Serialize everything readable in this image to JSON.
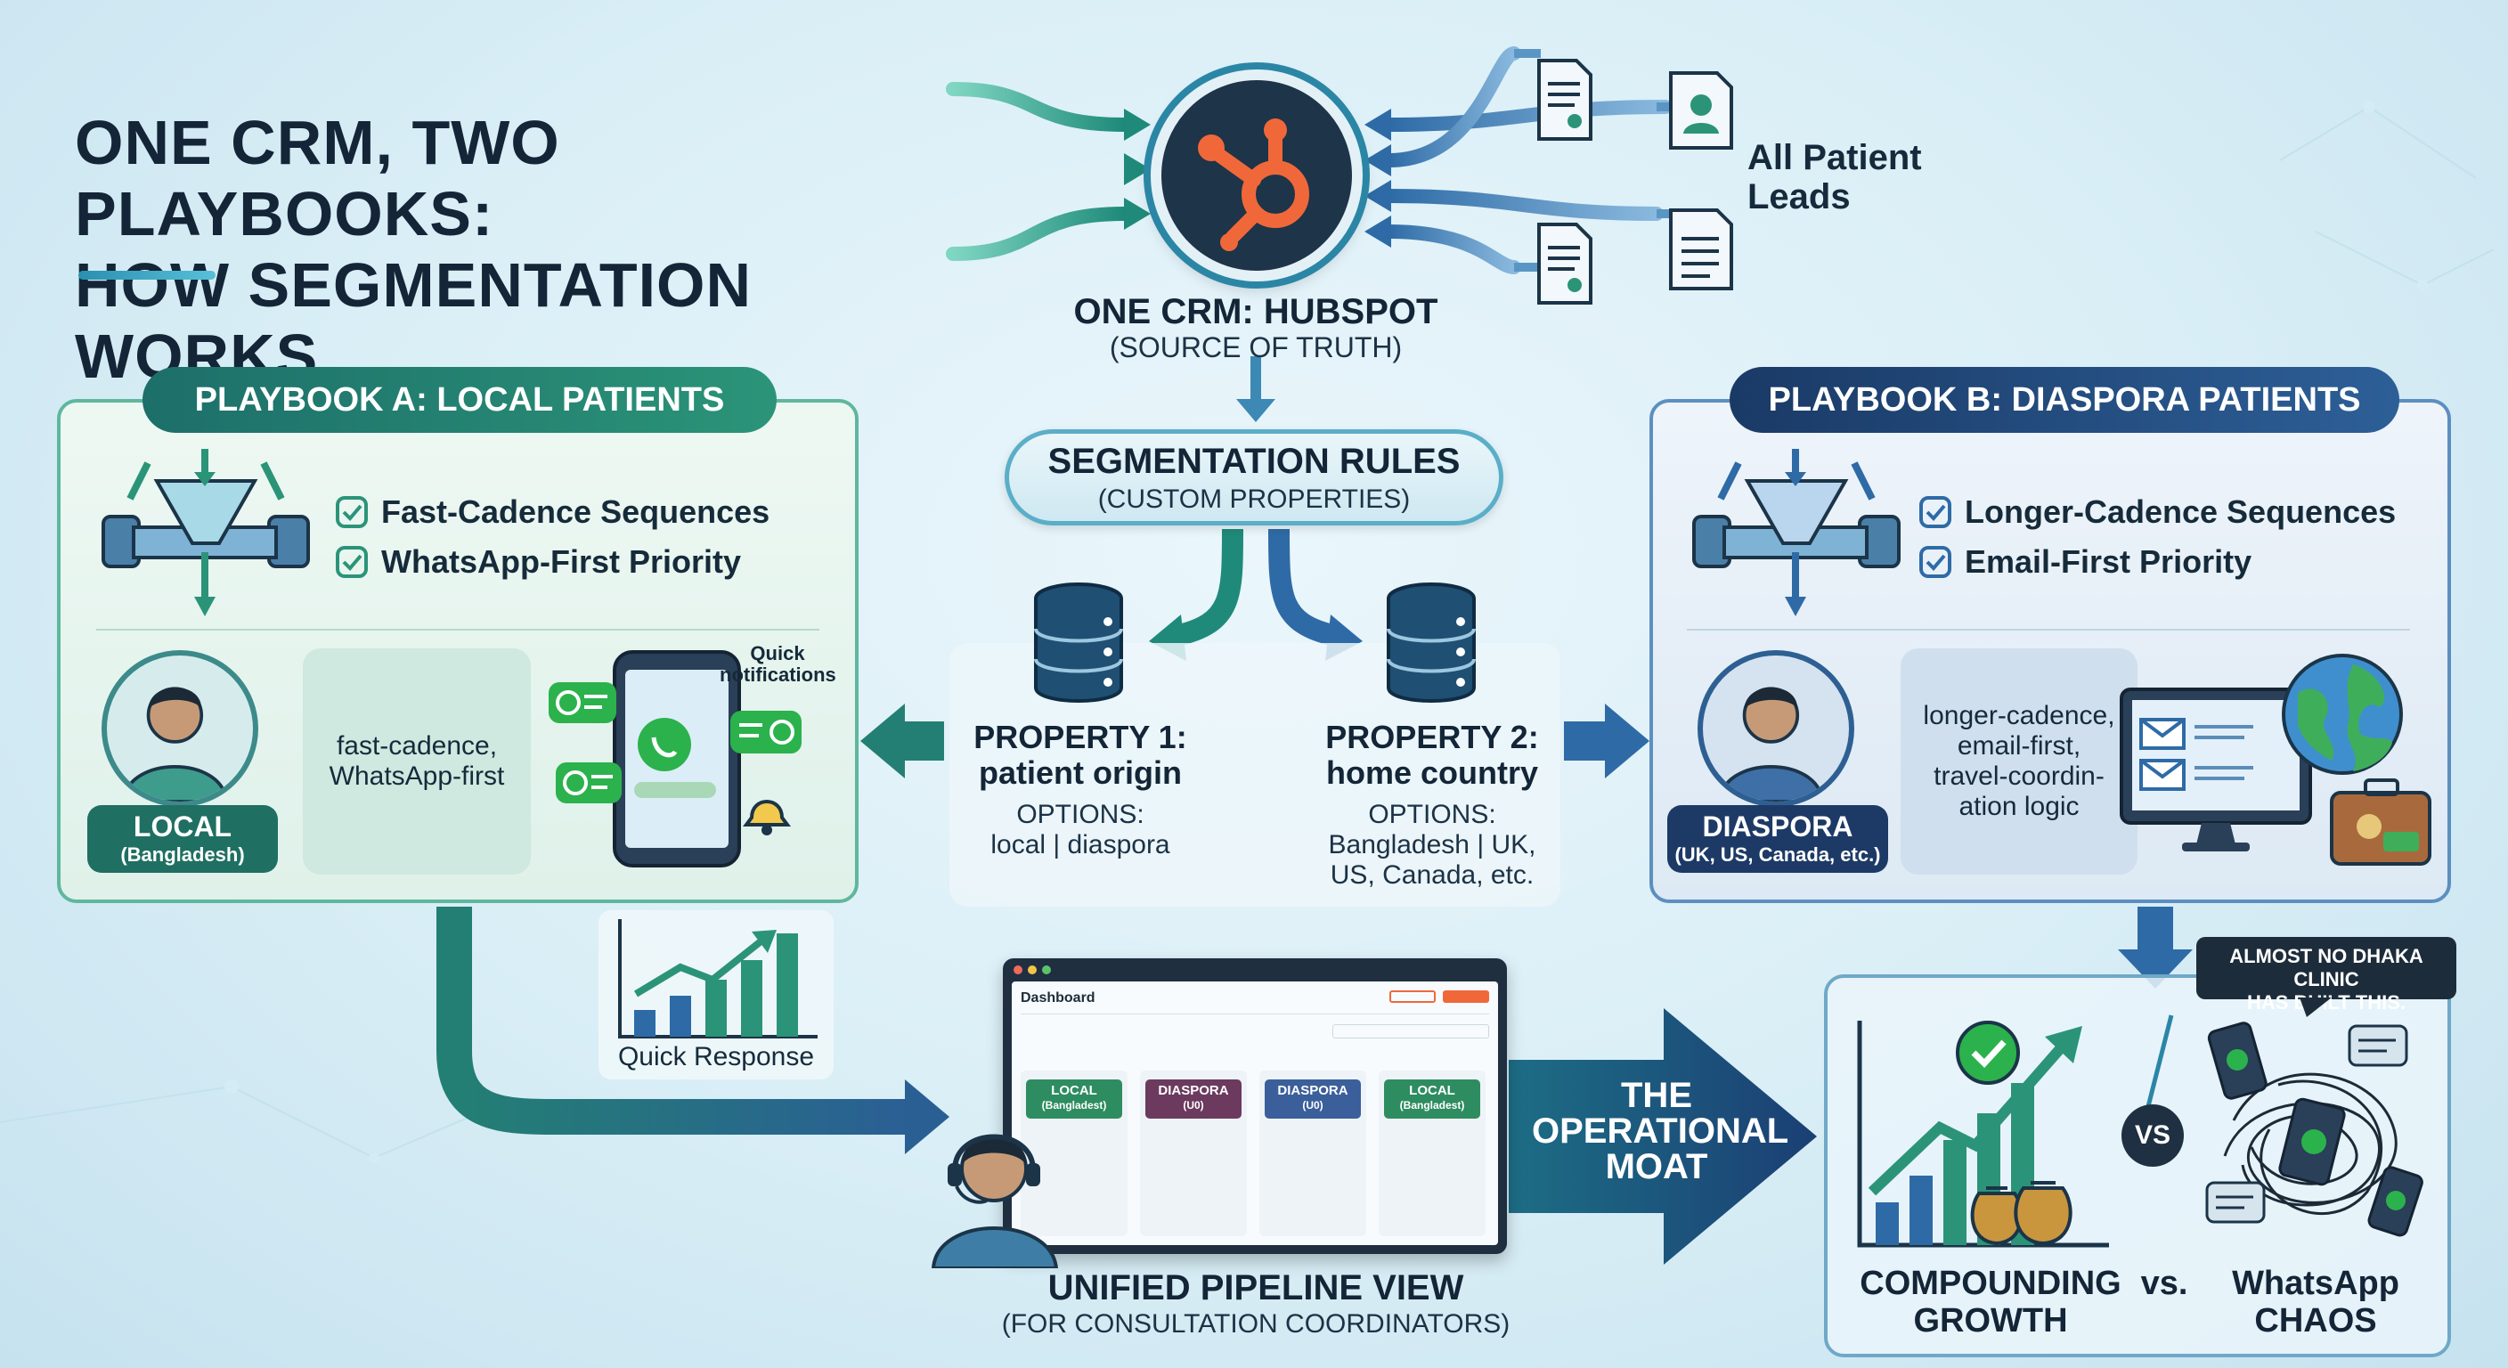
{
  "title": {
    "line1": "ONE CRM, TWO PLAYBOOKS:",
    "line2": "HOW SEGMENTATION WORKS"
  },
  "hub": {
    "title": "ONE CRM: HUBSPOT",
    "subtitle": "(SOURCE OF TRUTH)",
    "leads_label": "All Patient Leads"
  },
  "segmentation": {
    "title": "SEGMENTATION RULES",
    "subtitle": "(CUSTOM PROPERTIES)"
  },
  "property1": {
    "title_line1": "PROPERTY 1:",
    "title_line2": "patient origin",
    "options_label": "OPTIONS:",
    "options": "local | diaspora"
  },
  "property2": {
    "title_line1": "PROPERTY 2:",
    "title_line2": "home country",
    "options_label": "OPTIONS:",
    "options_line1": "Bangladesh | UK,",
    "options_line2": "US, Canada, etc."
  },
  "playbook_a": {
    "title": "PLAYBOOK A: LOCAL PATIENTS",
    "features": [
      "Fast-Cadence Sequences",
      "WhatsApp-First Priority"
    ],
    "badge_main": "LOCAL",
    "badge_sub": "(Bangladesh)",
    "bubble_line1": "fast-cadence,",
    "bubble_line2": "WhatsApp-first",
    "notification_label_line1": "Quick",
    "notification_label_line2": "notifications"
  },
  "playbook_b": {
    "title": "PLAYBOOK B: DIASPORA PATIENTS",
    "features": [
      "Longer-Cadence Sequences",
      "Email-First Priority"
    ],
    "badge_main": "DIASPORA",
    "badge_sub": "(UK, US, Canada, etc.)",
    "bubble_lines": [
      "longer-cadence,",
      "email-first,",
      "travel-coordin-",
      "ation logic"
    ]
  },
  "quick_response": {
    "label": "Quick Response"
  },
  "pipeline": {
    "title": "UNIFIED PIPELINE VIEW",
    "subtitle": "(FOR CONSULTATION COORDINATORS)",
    "dashboard_title": "Dashboard",
    "columns": [
      {
        "main": "LOCAL",
        "sub": "(Bangladest)",
        "color": "#2e8c61"
      },
      {
        "main": "DIASPORA",
        "sub": "(U0)",
        "color": "#6b3a5e"
      },
      {
        "main": "DIASPORA",
        "sub": "(U0)",
        "color": "#3b5f9a"
      },
      {
        "main": "LOCAL",
        "sub": "(Bangladest)",
        "color": "#2e8c61"
      }
    ]
  },
  "moat": {
    "line1": "THE",
    "line2": "OPERATIONAL",
    "line3": "MOAT"
  },
  "outcome": {
    "callout_line1": "ALMOST NO DHAKA CLINIC",
    "callout_line2": "HAS BUILT THIS.",
    "vs_badge": "VS",
    "left_line1": "COMPOUNDING",
    "left_line2": "GROWTH",
    "vs_text": "vs.",
    "right_line1": "WhatsApp",
    "right_line2": "CHAOS"
  },
  "colors": {
    "green_accent": "#2b9478",
    "blue_accent": "#2d5f97",
    "hubspot_orange": "#f0683a",
    "hub_dark": "#1e3448"
  }
}
